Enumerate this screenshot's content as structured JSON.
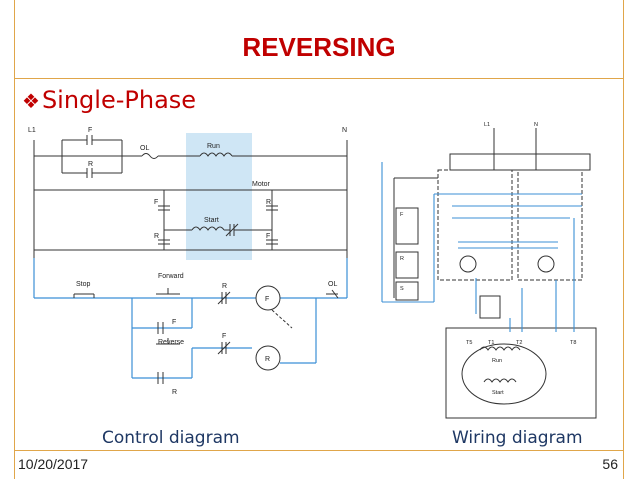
{
  "slide": {
    "title": "REVERSING",
    "bullet_mark": "❖",
    "bullet_text": "Single-Phase",
    "footer_date": "10/20/2017",
    "page_number": "56"
  },
  "captions": {
    "control": "Control diagram",
    "wiring": "Wiring diagram"
  },
  "control_diagram_labels": {
    "l1": "L1",
    "n": "N",
    "f": "F",
    "r": "R",
    "ol": "OL",
    "run": "Run",
    "start": "Start",
    "motor": "Motor",
    "stop": "Stop",
    "forward": "Forward",
    "reverse": "Reverse",
    "coil_f": "F",
    "coil_r": "R",
    "aux_f": "F",
    "aux_r": "R"
  },
  "wiring_diagram_labels": {
    "l1": "L1",
    "n": "N",
    "f": "F",
    "r": "R",
    "s": "S",
    "t5": "T5",
    "t1": "T1",
    "t2": "T2",
    "t8": "T8",
    "run": "Run",
    "start": "Start"
  },
  "colors": {
    "title": "#c00000",
    "rule": "#e0a64a",
    "blue_wire": "#3b8fd6",
    "highlight": "#cfe6f5",
    "caption": "#1f3864"
  }
}
